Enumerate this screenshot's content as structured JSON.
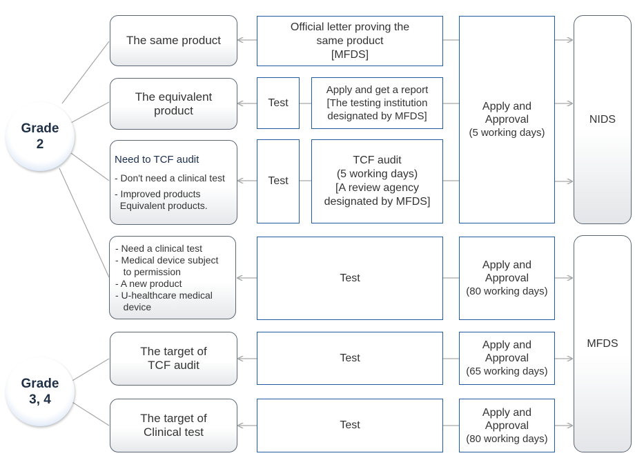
{
  "grades": {
    "grade2": {
      "line1": "Grade",
      "line2": "2"
    },
    "grade34": {
      "line1": "Grade",
      "line2": "3, 4"
    }
  },
  "categories": {
    "same_product": "The same product",
    "equivalent_product": {
      "line1": "The equivalent",
      "line2": "product"
    },
    "tcf_audit_group": {
      "title": "Need to TCF audit",
      "items": [
        "- Don't need a clinical  test",
        "- Improved products",
        "  Equivalent products."
      ]
    },
    "clinical_group": {
      "items": [
        "- Need a clinical test",
        "- Medical device subject",
        "   to permission",
        "- A new product",
        "- U-healthcare medical",
        "   device"
      ]
    },
    "target_tcf": {
      "line1": "The target of",
      "line2": "TCF audit"
    },
    "target_clinical": {
      "line1": "The target of",
      "line2": "Clinical test"
    }
  },
  "steps": {
    "official_letter": {
      "line1": "Official letter proving the",
      "line2": "same product",
      "line3": "[MFDS]"
    },
    "test_label": "Test",
    "report": {
      "line1": "Apply and get a report",
      "line2": "[The testing institution",
      "line3": "designated by MFDS]"
    },
    "tcf_audit": {
      "line1": "TCF audit",
      "line2": "(5 working days)",
      "line3": "[A review agency",
      "line4": "designated by MFDS]"
    }
  },
  "approvals": {
    "nids_approval": {
      "line1": "Apply and",
      "line2": "Approval",
      "line3": "(5 working days)"
    },
    "approval_80a": {
      "line1": "Apply and",
      "line2": "Approval",
      "line3": "(80 working days)"
    },
    "approval_65": {
      "line1": "Apply and",
      "line2": "Approval",
      "line3": "(65 working days)"
    },
    "approval_80b": {
      "line1": "Apply and",
      "line2": "Approval",
      "line3": "(80 working days)"
    }
  },
  "agencies": {
    "nids": "NIDS",
    "mfds": "MFDS"
  },
  "colors": {
    "box_border": "#1f5aa0",
    "grade_ring": "#2e63b8",
    "connector": "#a6a6a6"
  }
}
